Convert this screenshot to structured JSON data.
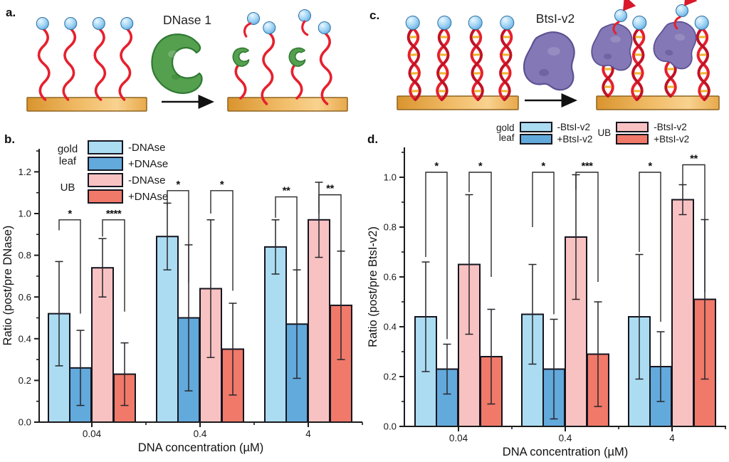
{
  "panels": {
    "a": {
      "label": "a.",
      "enzyme_label": "DNase 1"
    },
    "b": {
      "label": "b."
    },
    "c": {
      "label": "c.",
      "enzyme_label": "BtsI-v2"
    },
    "d": {
      "label": "d."
    }
  },
  "colors": {
    "gold_leaf_minus": "#ABDCF2",
    "gold_leaf_plus": "#62A9DC",
    "ub_minus": "#F9C2C2",
    "ub_plus": "#F0796A",
    "dna_red": "#E6202E",
    "gold_surface": "#EDB55F",
    "dnase_green": "#55A04E",
    "btsi_purple": "#8478B6",
    "sphere_blue": "#8CCBF0"
  },
  "chart_data": [
    {
      "id": "b",
      "type": "bar",
      "title": "",
      "xlabel": "DNA concentration (µM)",
      "ylabel": "Ratio (post/pre DNase)",
      "categories": [
        "0.04",
        "0.4",
        "4"
      ],
      "ylim": [
        0,
        1.31
      ],
      "yticks": [
        0,
        0.2,
        0.4,
        0.6,
        0.8,
        1.0,
        1.2
      ],
      "ytick_labels": [
        "0.0",
        "0.2",
        "0.4",
        "0.6",
        "0.8",
        "1.0",
        "1.2"
      ],
      "yminors": [
        0.1,
        0.3,
        0.5,
        0.7,
        0.9,
        1.1,
        1.3
      ],
      "grid": false,
      "legend": {
        "group1": "gold\nleaf",
        "group2": "UB",
        "position": "top-left-inside"
      },
      "series": [
        {
          "name": "gold leaf -DNAse",
          "legend_label": "-DNAse",
          "color": "#ABDCF2",
          "values": [
            0.52,
            0.89,
            0.84
          ],
          "errors": [
            0.25,
            0.16,
            0.13
          ]
        },
        {
          "name": "gold leaf +DNAse",
          "legend_label": "+DNAse",
          "color": "#62A9DC",
          "values": [
            0.26,
            0.5,
            0.47
          ],
          "errors": [
            0.18,
            0.35,
            0.26
          ]
        },
        {
          "name": "UB -DNAse",
          "legend_label": "-DNAse",
          "color": "#F9C2C2",
          "values": [
            0.74,
            0.64,
            0.97
          ],
          "errors": [
            0.14,
            0.33,
            0.18
          ]
        },
        {
          "name": "UB +DNAse",
          "legend_label": "+DNAse",
          "color": "#F0796A",
          "values": [
            0.23,
            0.35,
            0.56
          ],
          "errors": [
            0.15,
            0.22,
            0.26
          ]
        }
      ],
      "significance": [
        {
          "group": 0,
          "pair": 0,
          "label": "*",
          "top": 0.97,
          "left_end": 0.92,
          "right_end": 0.52
        },
        {
          "group": 0,
          "pair": 1,
          "label": "****",
          "top": 0.97,
          "left_end": 0.89,
          "right_end": 0.53
        },
        {
          "group": 1,
          "pair": 0,
          "label": "*",
          "top": 1.11,
          "left_end": 1.04,
          "right_end": 0.67
        },
        {
          "group": 1,
          "pair": 1,
          "label": "*",
          "top": 1.11,
          "left_end": 1.0,
          "right_end": 0.63
        },
        {
          "group": 2,
          "pair": 0,
          "label": "**",
          "top": 1.08,
          "left_end": 0.98,
          "right_end": 0.73
        },
        {
          "group": 2,
          "pair": 1,
          "label": "**",
          "top": 1.09,
          "left_end": 1.0,
          "right_end": 0.82
        }
      ],
      "geo": {
        "x0": 55,
        "xend": 509,
        "y0": 408,
        "yscale": 293,
        "ymax": 1.31,
        "centers": [
          129,
          281,
          433
        ],
        "xminors": [
          205,
          357,
          509
        ],
        "offsets": [
          -46,
          -16,
          15,
          46
        ],
        "barw": 30,
        "ylx": 16
      }
    },
    {
      "id": "d",
      "type": "bar",
      "title": "",
      "xlabel": "DNA concentration (µM)",
      "ylabel": "Ratio (post/pre BtsI-v2)",
      "categories": [
        "0.04",
        "0.4",
        "4"
      ],
      "ylim": [
        0,
        1.12
      ],
      "yticks": [
        0,
        0.2,
        0.4,
        0.6,
        0.8,
        1.0
      ],
      "ytick_labels": [
        "0.0",
        "0.2",
        "0.4",
        "0.6",
        "0.8",
        "1.0"
      ],
      "yminors": [
        0.1,
        0.3,
        0.5,
        0.7,
        0.9,
        1.1
      ],
      "grid": false,
      "legend": {
        "group1": "gold\nleaf",
        "group2": "UB",
        "position": "top-outside"
      },
      "series": [
        {
          "name": "gold leaf -BtsI-v2",
          "legend_label": "-BtsI-v2",
          "color": "#ABDCF2",
          "values": [
            0.44,
            0.45,
            0.44
          ],
          "errors": [
            0.22,
            0.2,
            0.25
          ]
        },
        {
          "name": "gold leaf +BtsI-v2",
          "legend_label": "+BtsI-v2",
          "color": "#62A9DC",
          "values": [
            0.23,
            0.23,
            0.24
          ],
          "errors": [
            0.1,
            0.2,
            0.14
          ]
        },
        {
          "name": "UB -BtsI-v2",
          "legend_label": "-BtsI-v2",
          "color": "#F9C2C2",
          "values": [
            0.65,
            0.76,
            0.91
          ],
          "errors": [
            0.28,
            0.25,
            0.06
          ]
        },
        {
          "name": "UB +BtsI-v2",
          "legend_label": "+BtsI-v2",
          "color": "#F0796A",
          "values": [
            0.28,
            0.29,
            0.51
          ],
          "errors": [
            0.19,
            0.21,
            0.32
          ]
        }
      ],
      "significance": [
        {
          "group": 0,
          "pair": 0,
          "label": "*",
          "top": 1.02,
          "left_end": 0.68,
          "right_end": 0.35
        },
        {
          "group": 0,
          "pair": 1,
          "label": "*",
          "top": 1.02,
          "left_end": 0.94,
          "right_end": 0.6
        },
        {
          "group": 1,
          "pair": 0,
          "label": "*",
          "top": 1.02,
          "left_end": 0.8,
          "right_end": 0.45
        },
        {
          "group": 1,
          "pair": 1,
          "label": "***",
          "top": 1.02,
          "left_end": 0.95,
          "right_end": 0.58
        },
        {
          "group": 2,
          "pair": 0,
          "label": "*",
          "top": 1.02,
          "left_end": 0.7,
          "right_end": 0.42
        },
        {
          "group": 2,
          "pair": 1,
          "label": "**",
          "top": 1.05,
          "left_end": 0.97,
          "right_end": 0.54
        }
      ],
      "geo": {
        "x0": 54,
        "xend": 506,
        "y0": 414,
        "yscale": 350,
        "ymax": 1.12,
        "centers": [
          130,
          280,
          430
        ],
        "xminors": [
          205,
          355,
          505
        ],
        "offsets": [
          -46,
          -16,
          15,
          46
        ],
        "barw": 30,
        "ylx": 15
      }
    }
  ]
}
